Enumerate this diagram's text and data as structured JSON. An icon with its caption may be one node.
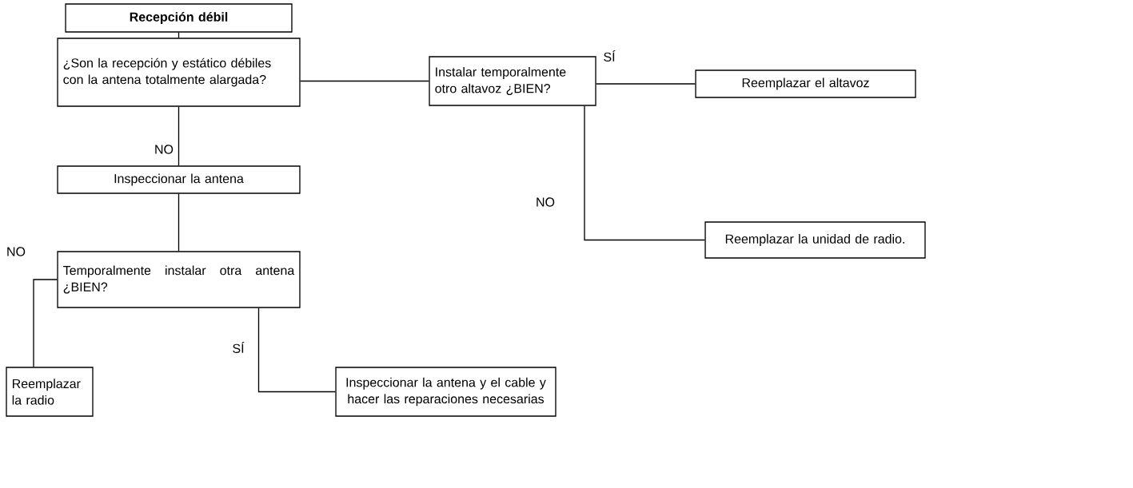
{
  "diagram": {
    "nodes": [
      {
        "text": [
          "Recepción débil"
        ]
      },
      {
        "text": [
          "¿Son la recepción y estático débiles con la antena totalmente alargada?"
        ]
      },
      {
        "text": [
          "Inspeccionar la antena"
        ]
      },
      {
        "text": [
          "Temporalmente instalar otra antena ¿BIEN?"
        ]
      },
      {
        "text": [
          "Reemplazar la radio"
        ]
      },
      {
        "text": [
          "Inspeccionar la antena y el cable y hacer las reparaciones necesarias"
        ]
      },
      {
        "text": [
          "Instalar temporalmente otro altavoz ¿BIEN?"
        ]
      },
      {
        "text": [
          "Reemplazar el altavoz"
        ]
      },
      {
        "text": [
          "Reemplazar la unidad de radio."
        ]
      }
    ],
    "edges": [
      {
        "from": 0,
        "to": 1,
        "arrow": "none"
      },
      {
        "from": 1,
        "to": 2,
        "arrow": "none",
        "label": "NO"
      },
      {
        "from": 2,
        "to": 3,
        "arrow": "none"
      },
      {
        "from": 3,
        "to": 4,
        "arrow": "none",
        "label": "NO"
      },
      {
        "from": 3,
        "to": 5,
        "arrow": "none",
        "label": "SÍ"
      },
      {
        "from": 1,
        "to": 6,
        "arrow": "none"
      },
      {
        "from": 6,
        "to": 7,
        "arrow": "none",
        "label": "SÍ"
      },
      {
        "from": 6,
        "to": 8,
        "arrow": "none",
        "label": "NO"
      }
    ]
  }
}
